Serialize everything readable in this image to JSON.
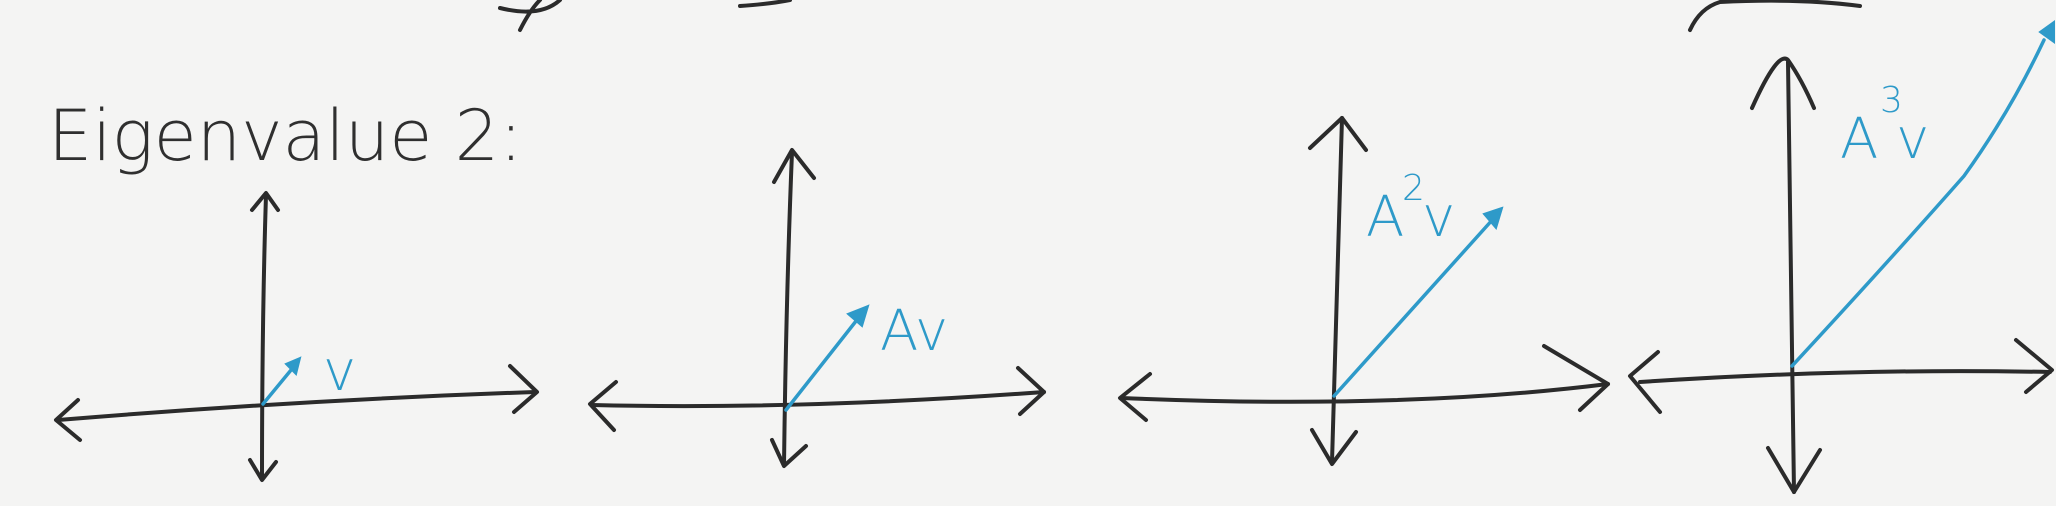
{
  "heading": {
    "text": "Eigenvalue 2:"
  },
  "panels": [
    {
      "label": "v",
      "label_sup": "",
      "vector_multiplier": 1
    },
    {
      "label": "Av",
      "label_sup": "",
      "vector_multiplier": 2
    },
    {
      "label": "A v",
      "label_sup": "2",
      "vector_multiplier": 4
    },
    {
      "label": "A v",
      "label_sup": "3",
      "vector_multiplier": 8
    }
  ],
  "colors": {
    "ink": "#2b2b2b",
    "vector": "#2e9ac9",
    "background": "#f4f4f3"
  }
}
